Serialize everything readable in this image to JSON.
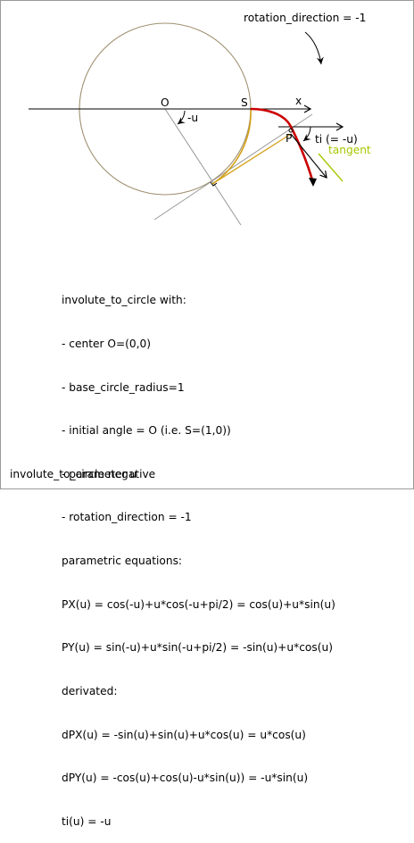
{
  "header": {
    "rotation_label": "rotation_direction = -1"
  },
  "diagram": {
    "labels": {
      "origin": "O",
      "start": "S",
      "x_axis": "x",
      "angle": "-u",
      "point": "P",
      "tangent_angle": "ti (= -u)",
      "tangent": "tangent"
    },
    "colors": {
      "circle": "#a09070",
      "involute": "#cc0000",
      "tangent": "#d4a017",
      "tangent_label": "#a6c800",
      "construction": "#888888",
      "axis": "#000000"
    },
    "icons": [
      "rotation-arrow-icon",
      "x-axis-arrow-icon",
      "tangent-arrow-icon",
      "right-angle-icon"
    ]
  },
  "notes": [
    "involute_to_circle with:",
    "- center O=(0,0)",
    "- base_circle_radius=1",
    "- initial angle = O (i.e. S=(1,0))",
    "- parameter u",
    "- rotation_direction = -1",
    "parametric equations:",
    "PX(u) = cos(-u)+u*cos(-u+pi/2) = cos(u)+u*sin(u)",
    "PY(u) = sin(-u)+u*sin(-u+pi/2) = -sin(u)+u*cos(u)",
    "derivated:",
    "dPX(u) = -sin(u)+sin(u)+u*cos(u) = u*cos(u)",
    "dPY(u) = -cos(u)+cos(u)-u*sin(u)) = -u*sin(u)",
    "ti(u) = -u"
  ],
  "caption": "involute_to_circle negative"
}
